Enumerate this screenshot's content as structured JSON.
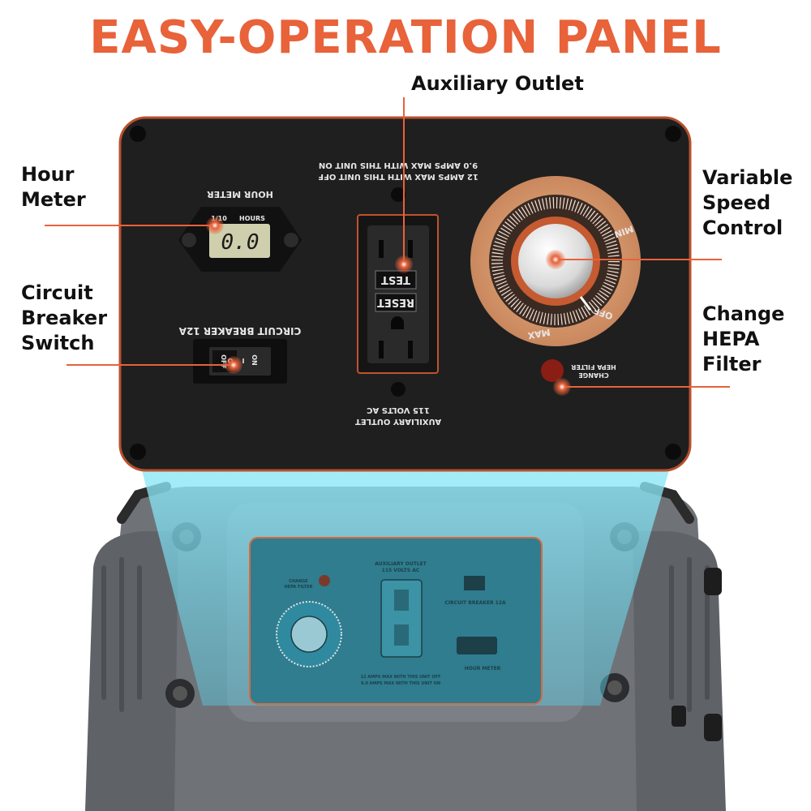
{
  "title": "EASY-OPERATION PANEL",
  "callouts": {
    "auxiliary_outlet": "Auxiliary Outlet",
    "hour_meter": [
      "Hour",
      "Meter"
    ],
    "circuit_breaker_switch": [
      "Circuit",
      "Breaker",
      "Switch"
    ],
    "variable_speed_control": [
      "Variable",
      "Speed",
      "Control"
    ],
    "change_hepa_filter": [
      "Change",
      "HEPA",
      "Filter"
    ]
  },
  "panel_labels": {
    "hour_meter": "HOUR METER",
    "hours": "HOURS",
    "tenths": "1/10",
    "meter_reading": "0.0",
    "circuit_breaker": "CIRCUIT BREAKER 12A",
    "switch_on": "ON",
    "switch_off": "OFF",
    "switch_on_mark": "I",
    "switch_off_mark": "O",
    "amps_line_1": "12 AMPS MAX WITH THIS UNIT OFF",
    "amps_line_2": "9.0 AMPS MAX WITH THIS UNIT ON",
    "test": "TEST",
    "reset": "RESET",
    "aux_outlet_line_1": "AUXILIARY OUTLET",
    "aux_outlet_line_2": "115 VOLTS AC",
    "min": "MIN",
    "off": "OFF",
    "max": "MAX",
    "change": "CHANGE",
    "hepa_filter": "HEPA FILTER"
  },
  "colors": {
    "accent": "#e8623a",
    "panel": "#1f1f1f",
    "panel_border": "#b8502c",
    "highlight": "#7fdcef",
    "unit_body": "#6f7378"
  }
}
